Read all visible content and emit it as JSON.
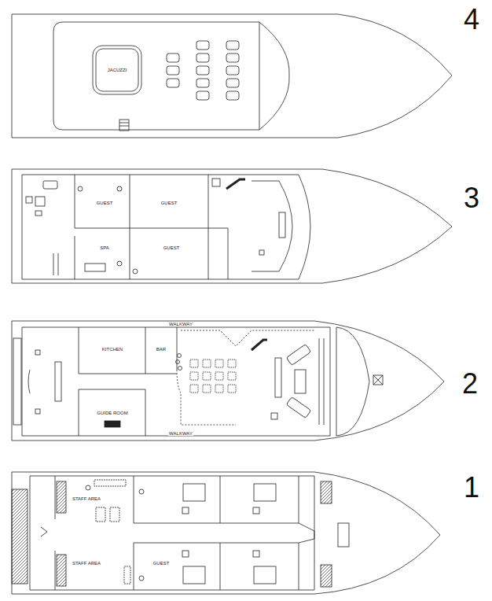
{
  "diagram": {
    "labels": [
      "4",
      "JACUZZI",
      "3",
      "GUEST",
      "GUEST",
      "SPA",
      "GUEST",
      "2",
      "WALKWAY",
      "KITCHEN",
      "BAR",
      "GUIDE ROOM",
      "WALKWAY",
      "1",
      "STAFF AREA",
      "STAFF AREA",
      "GUEST"
    ]
  }
}
